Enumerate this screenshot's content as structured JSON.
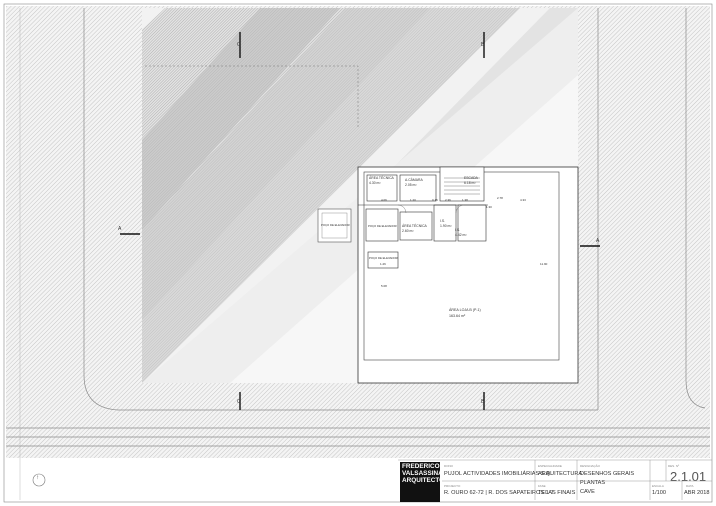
{
  "drawing": {
    "section_marks": {
      "top_left": "C",
      "top_right": "B",
      "bottom_left": "C",
      "bottom_right": "B",
      "left": "A",
      "right": "A"
    },
    "rooms": [
      {
        "name": "ÁREA TÉCNICA",
        "area": "4.30 m²"
      },
      {
        "name": "A.CÂMARA",
        "area": "2.05 m²"
      },
      {
        "name": "ESCADA",
        "area": "6.18 m²"
      },
      {
        "name": "ÁREA TÉCNICA",
        "area": "2.60 m²"
      },
      {
        "name": "I.S.",
        "area": "1.90 m²"
      },
      {
        "name": "I.S.",
        "area": "4.42 m²"
      },
      {
        "name": "ÁREA LOJA B (P-1)",
        "area": "163.64 m²"
      }
    ],
    "labels": {
      "poco_a": "POÇO DE ELEVADOR",
      "poco_b": "POÇO DE ELEVADOR",
      "poco_c": "POÇO DE ELEVADOR"
    },
    "dims": {
      "d1": "4.06",
      "d2": "2.36",
      "d3": "1.20",
      "d4": "0.15",
      "d5": "1.38",
      "d6": "2.78",
      "d7": "4.33",
      "d8": "1.26",
      "d9": "11.90",
      "d10": "5.08",
      "d11": "1.30"
    }
  },
  "title_block": {
    "north_symbol": "↑",
    "logo_lines": [
      "FREDERICO",
      "VALSASSINA",
      "ARQUITECTOS"
    ],
    "owner_label": "DONO",
    "owner": "PUJOL ACTIVIDADES IMOBILIÁRIAS S.A.",
    "address_label": "PROJECTO",
    "address": "R. OURO 62-72 | R. DOS SAPATEIROS 1-7",
    "specialty_label": "ESPECIALIDADE",
    "specialty": "ARQUITECTURA",
    "phase_label": "FASE",
    "phase": "TELAS FINAIS",
    "designation_label": "DESIGNAÇÃO",
    "designation_lines": [
      "DESENHOS GERAIS",
      "PLANTAS",
      "CAVE"
    ],
    "sheet_label": "DES. Nº",
    "sheet_no": "2.1.01",
    "scale_label": "ESCALA",
    "scale": "1/100",
    "date_label": "DATA",
    "date": "ABR 2018"
  }
}
